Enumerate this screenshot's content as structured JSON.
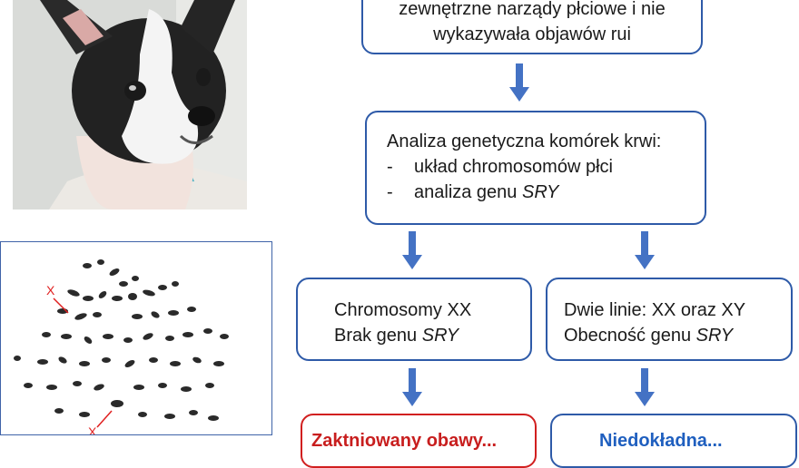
{
  "top_box": {
    "line1": "zewnętrzne narządy płciowe i nie",
    "line2": "wykazywała objawów rui"
  },
  "analysis_box": {
    "title": "Analiza genetyczna komórek krwi:",
    "items": [
      {
        "dash": "-",
        "text": "układ chromosomów płci",
        "italic": ""
      },
      {
        "dash": "-",
        "text": "analiza genu ",
        "italic": "SRY"
      }
    ]
  },
  "left_result": {
    "line1": "Chromosomy XX",
    "line2_prefix": "Brak genu ",
    "line2_italic": "SRY"
  },
  "right_result": {
    "line1": "Dwie linie: XX oraz XY",
    "line2_prefix": "Obecność genu ",
    "line2_italic": "SRY"
  },
  "bottom_left_partial": "Zaktniowany obawy...",
  "bottom_right_partial": "Niedokładna...",
  "karyotype": {
    "label_top": "X",
    "label_bottom": "X"
  },
  "colors": {
    "box_border": "#2e5aa8",
    "arrow": "#4472c4",
    "red_border": "#d11f1f",
    "bottom_blue_text": "#1f5fbf",
    "label_red": "#e02020"
  }
}
